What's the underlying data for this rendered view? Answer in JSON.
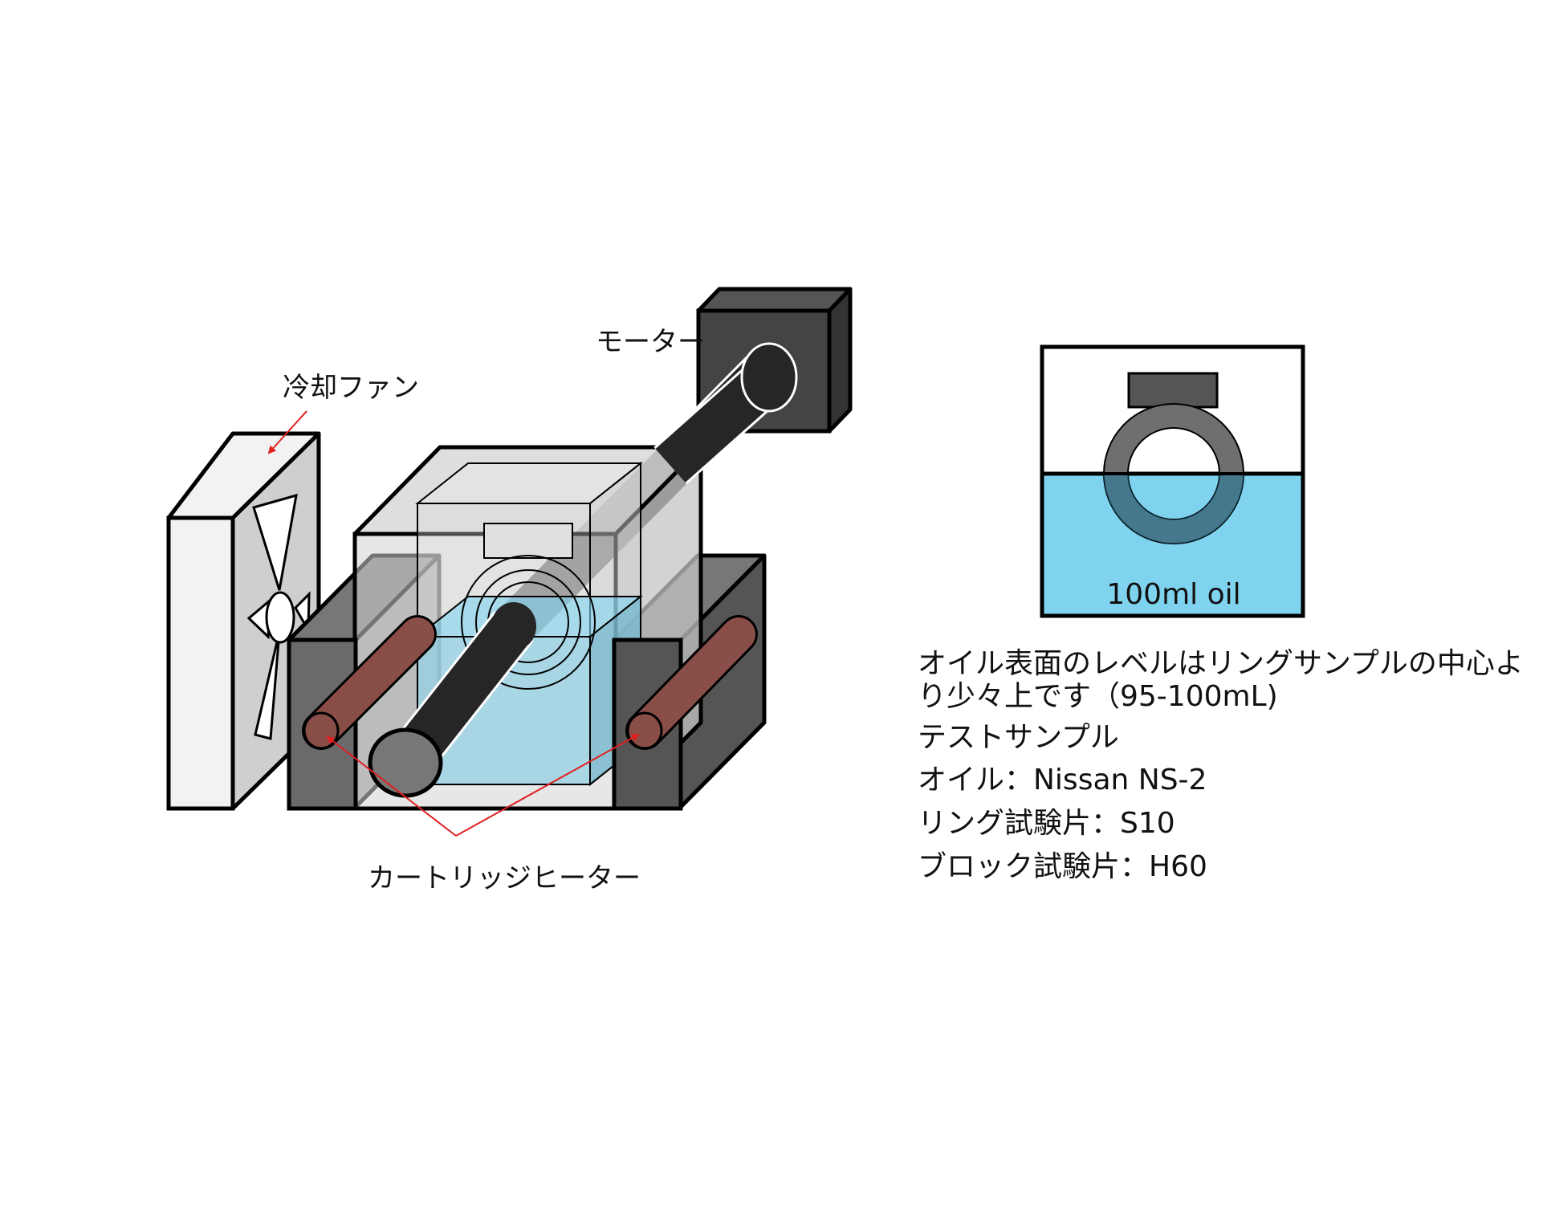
{
  "labels": {
    "motor": "モーター",
    "cooling_fan": "冷却ファン",
    "cartridge_heater": "カートリッジヒーター",
    "oil_volume": "100ml oil"
  },
  "notes": {
    "line1": "オイル表面のレベルはリングサンプルの中心よ",
    "line2": "り少々上です（95-100mL)",
    "line3": "テストサンプル",
    "line4": "オイル：Nissan NS-2",
    "line5": "リング試験片：S10",
    "line6": "ブロック試験片：H60"
  },
  "colors": {
    "oil": "#7fd3ef",
    "dark_block": "#5a5a5a",
    "shaft": "#262626",
    "heater_rod": "#8a4e48",
    "arrow": "#e02020",
    "fan_panel": "#f2f2f2",
    "ring": "#6f6f6f"
  }
}
